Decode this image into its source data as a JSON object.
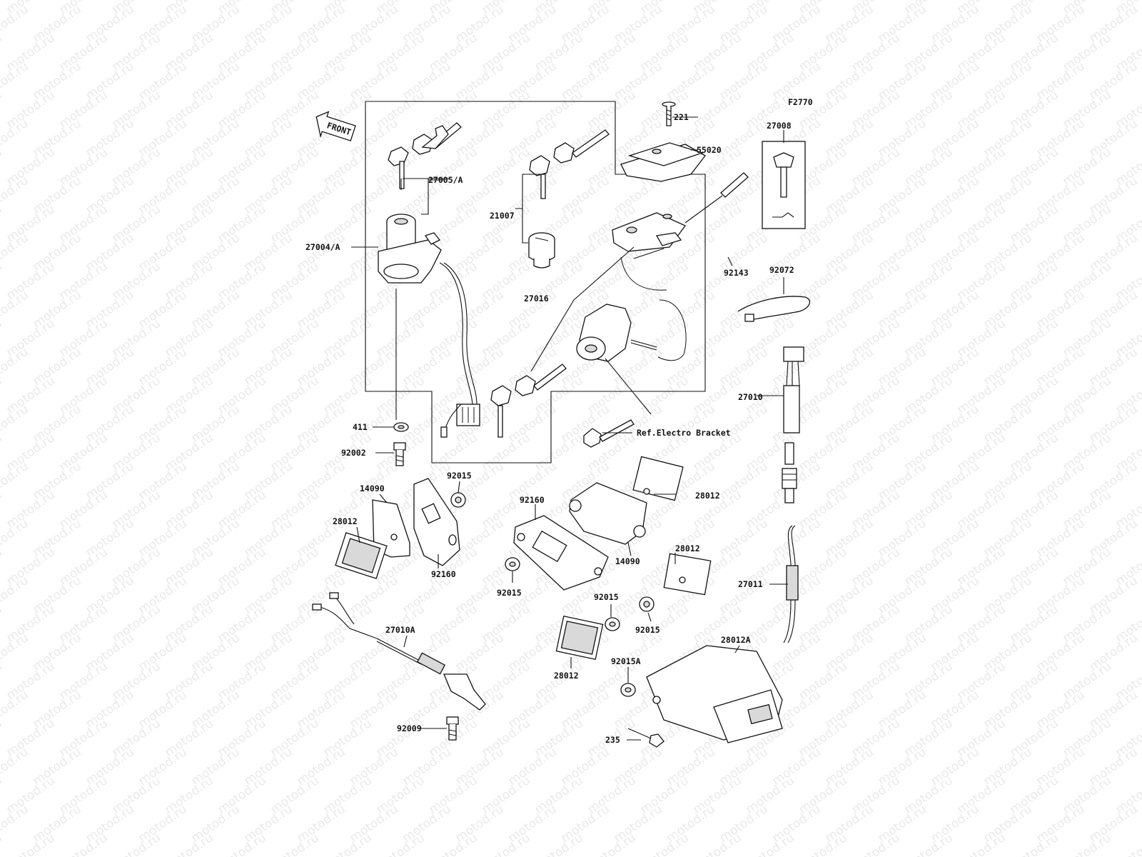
{
  "watermark": "motod.ru",
  "figure_code": "F2770",
  "front_arrow_label": "FRONT",
  "parts": {
    "p221": "221",
    "p55020": "55020",
    "p27008": "27008",
    "p27005A": "27005/A",
    "p21007": "21007",
    "p27004A": "27004/A",
    "p92143": "92143",
    "p92072": "92072",
    "p27016": "27016",
    "p27010": "27010",
    "p411": "411",
    "ref_bracket": "Ref.Electro Bracket",
    "p92002": "92002",
    "p92015_a": "92015",
    "p14090_a": "14090",
    "p28012_a": "28012",
    "p92160_a": "92160",
    "p92160_b": "92160",
    "p28012_b": "28012",
    "p14090_b": "14090",
    "p92015_b": "92015",
    "p28012_c": "28012",
    "p27011": "27011",
    "p92015_c": "92015",
    "p92015_d": "92015",
    "p27010A": "27010A",
    "p28012A": "28012A",
    "p28012_d": "28012",
    "p92015A": "92015A",
    "p92009": "92009",
    "p235": "235"
  }
}
